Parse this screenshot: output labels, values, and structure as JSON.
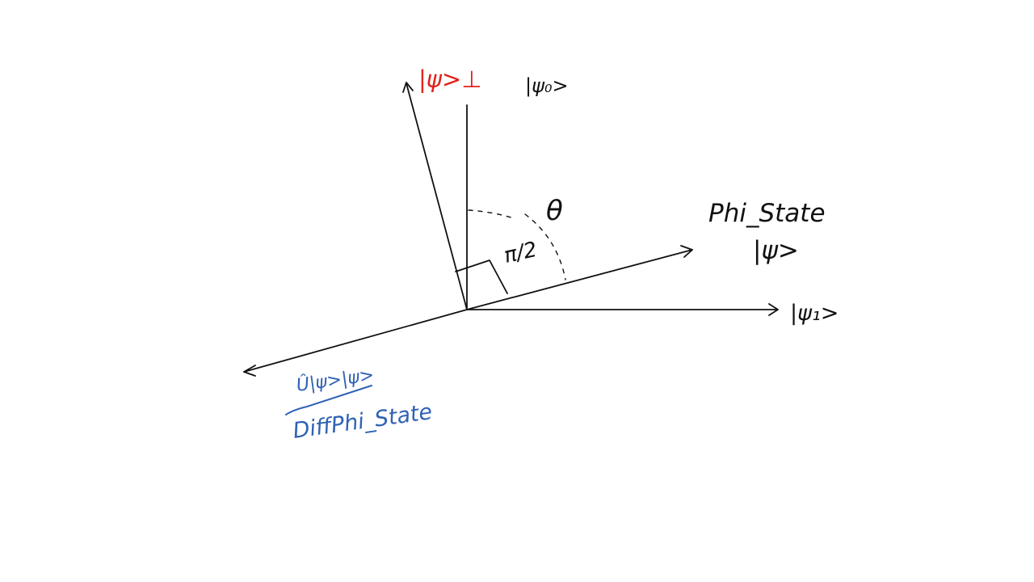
{
  "labels": {
    "psi_perp": "|ψ>⊥",
    "psi0": "|ψ₀>",
    "theta": "θ",
    "phi_state_name": "Phi_State",
    "psi": "|ψ>",
    "pi_half": "π/2",
    "psi1": "|ψ₁>",
    "u_psi": "Û|ψ>|ψ>",
    "diff_phi_state": "DiffPhi_State"
  },
  "colors": {
    "ink": "#111111",
    "perp": "#e0231c",
    "reflected": "#2f62b5",
    "background": "#ffffff"
  }
}
